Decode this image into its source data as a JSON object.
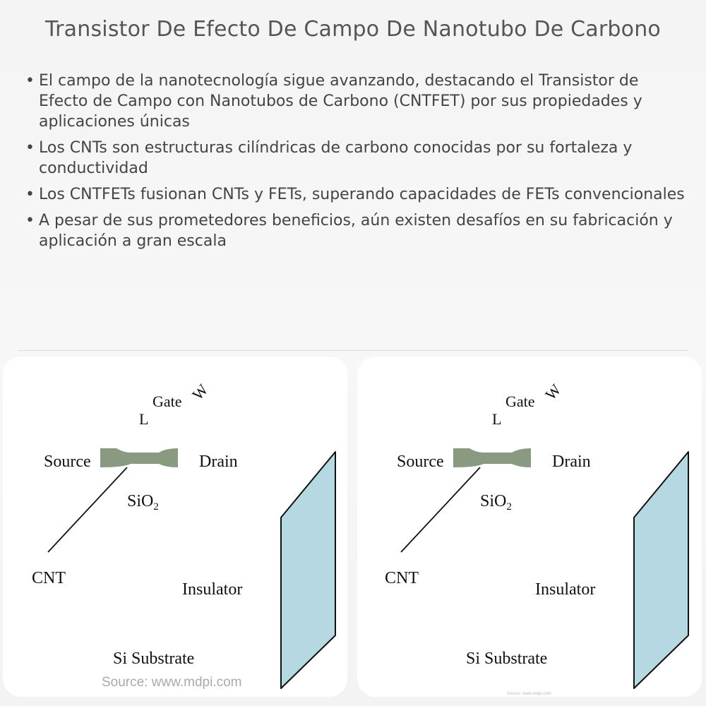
{
  "title": "Transistor De Efecto De Campo De Nanotubo De Carbono",
  "bullets": [
    "El campo de la nanotecnología sigue avanzando, destacando el Transistor de Efecto de Campo con Nanotubos de Carbono (CNTFET) por sus propiedades y aplicaciones únicas",
    "Los CNTs son estructuras cilíndricas de carbono conocidas por su fortaleza y conductividad",
    "Los CNTFETs fusionan CNTs y FETs, superando capacidades de FETs convencionales",
    "A pesar de sus prometedores beneficios, aún existen desafíos en su fabricación y aplicación a gran escala"
  ],
  "bullet_symbol": "•",
  "diagram": {
    "gate": "Gate",
    "w": "W",
    "l": "L",
    "source": "Source",
    "drain": "Drain",
    "sio2": "SiO",
    "sio2_sub": "2",
    "cnt": "CNT",
    "insulator": "Insulator",
    "substrate": "Si Substrate"
  },
  "source_credit": "Source: www.mdpi.com",
  "colors": {
    "source": "#e8720f",
    "gate": "#f5c49c",
    "drain": "#00a8e8",
    "sio2": "#8ccf4a",
    "insulator": "#f8c10a",
    "substrate": "#d9ecf2"
  }
}
